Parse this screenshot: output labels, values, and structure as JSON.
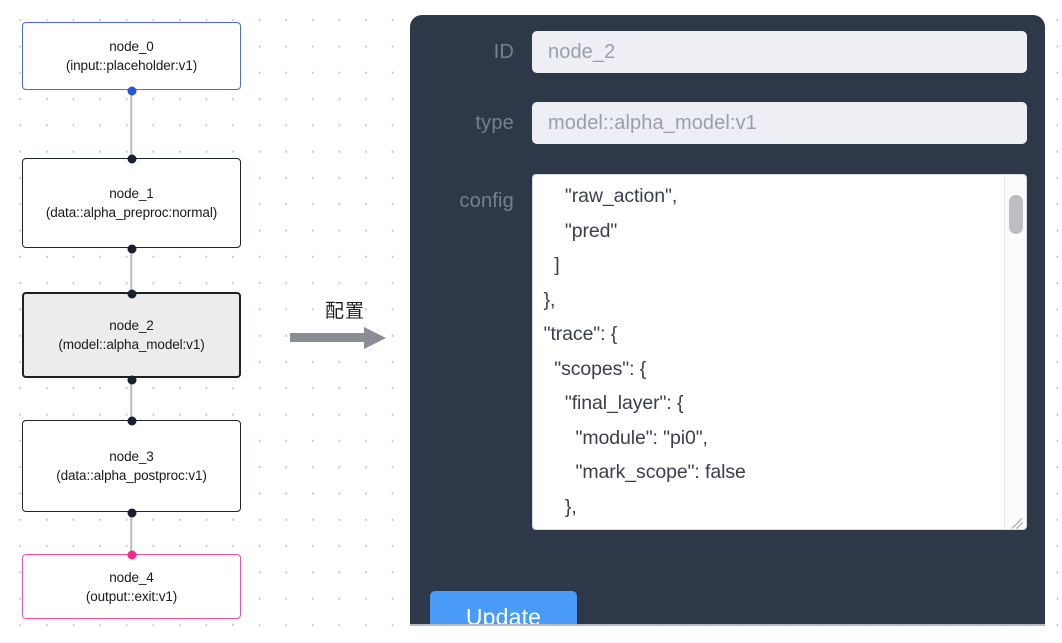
{
  "canvas": {
    "background_color": "#ffffff",
    "grid_dot_color": "#c9cbd2",
    "nodes": [
      {
        "id": "node_0",
        "label": "node_0",
        "sublabel": "(input::placeholder:v1)",
        "role": "input",
        "border_color": "#4a6fd4",
        "fill_color": "#ffffff",
        "selected": false
      },
      {
        "id": "node_1",
        "label": "node_1",
        "sublabel": "(data::alpha_preproc:normal)",
        "role": "data",
        "border_color": "#1f2430",
        "fill_color": "#ffffff",
        "selected": false
      },
      {
        "id": "node_2",
        "label": "node_2",
        "sublabel": "(model::alpha_model:v1)",
        "role": "model",
        "border_color": "#1b2029",
        "fill_color": "#ececec",
        "selected": true
      },
      {
        "id": "node_3",
        "label": "node_3",
        "sublabel": "(data::alpha_postproc:v1)",
        "role": "data",
        "border_color": "#1f2430",
        "fill_color": "#ffffff",
        "selected": false
      },
      {
        "id": "node_4",
        "label": "node_4",
        "sublabel": "(output::exit:v1)",
        "role": "output",
        "border_color": "#e8539c",
        "fill_color": "#ffffff",
        "selected": false
      }
    ]
  },
  "annotation": {
    "label": "配置",
    "arrow_color": "#8a8d94"
  },
  "panel": {
    "background_color": "#2e3849",
    "accent_color": "#4a9bf7",
    "fields": {
      "id": {
        "label": "ID",
        "value": "node_2",
        "placeholder": "node_2"
      },
      "type": {
        "label": "type",
        "value": "model::alpha_model:v1",
        "placeholder": "model::alpha_model:v1"
      },
      "config": {
        "label": "config",
        "value": "      \"raw_action\",\n      \"pred\"\n    ]\n  },\n  \"trace\": {\n    \"scopes\": {\n      \"final_layer\": {\n        \"module\": \"pi0\",\n        \"mark_scope\": false\n      },\n      \"action_model\": {"
      }
    },
    "update_button": {
      "label": "Update"
    },
    "scrollbar": {
      "thumb_color": "#bdbec2",
      "track_color": "#fbfbfc"
    }
  }
}
